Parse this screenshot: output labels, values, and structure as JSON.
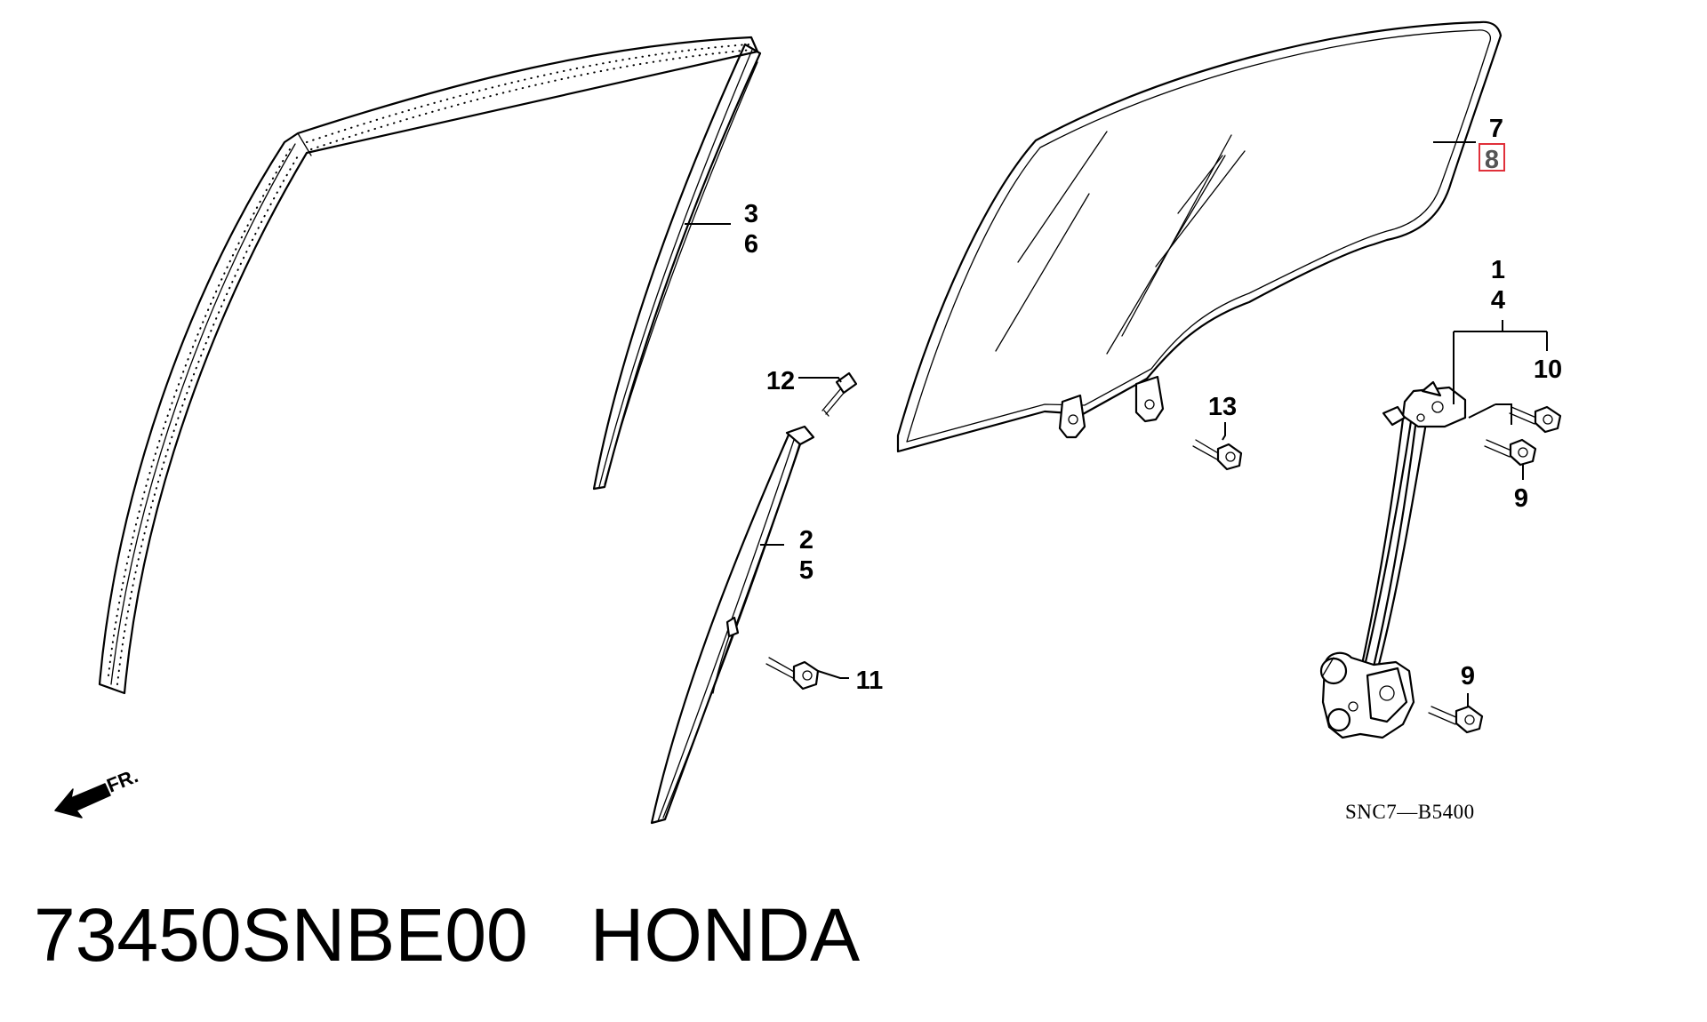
{
  "callouts": {
    "c1": "1",
    "c2": "2",
    "c3": "3",
    "c4": "4",
    "c5": "5",
    "c6": "6",
    "c7": "7",
    "c8": "8",
    "c9a": "9",
    "c9b": "9",
    "c10": "10",
    "c11": "11",
    "c12": "12",
    "c13": "13"
  },
  "diagram_code": "SNC7—B5400",
  "front_arrow_label": "FR.",
  "caption": {
    "part_number": "73450SNBE00",
    "brand": "HONDA"
  },
  "highlight": {
    "callout": "8",
    "color": "#e0303a"
  }
}
